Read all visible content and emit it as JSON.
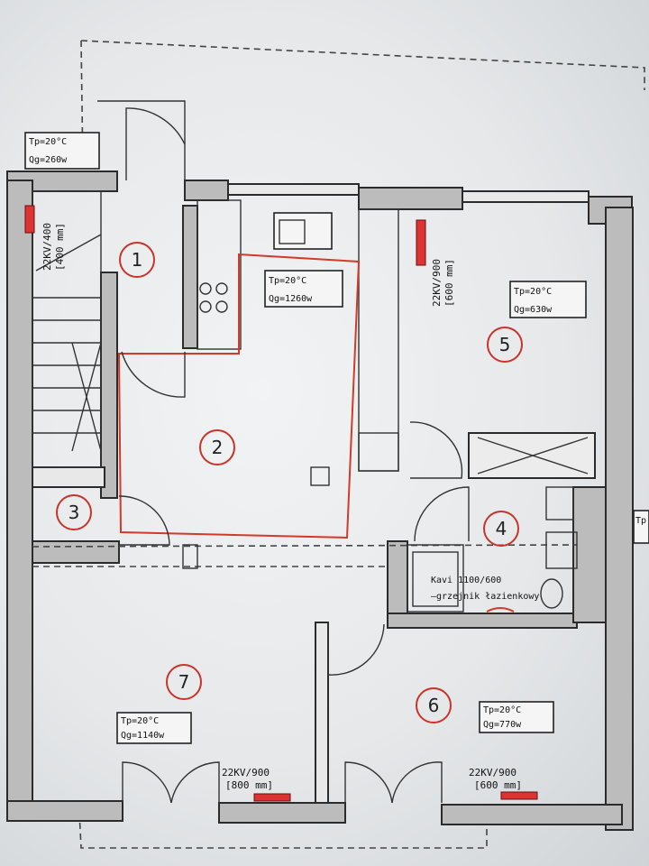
{
  "rooms": [
    {
      "num": "1"
    },
    {
      "num": "2"
    },
    {
      "num": "3"
    },
    {
      "num": "4"
    },
    {
      "num": "5"
    },
    {
      "num": "6"
    },
    {
      "num": "7"
    }
  ],
  "heat_boxes": {
    "entry": {
      "tp": "Tp=20°C",
      "qg": "Qg=260w"
    },
    "kitchen": {
      "tp": "Tp=20°C",
      "qg": "Qg=1260w"
    },
    "room5": {
      "tp": "Tp=20°C",
      "qg": "Qg=630w"
    },
    "room6": {
      "tp": "Tp=20°C",
      "qg": "Qg=770w"
    },
    "room7": {
      "tp": "Tp=20°C",
      "qg": "Qg=1140w"
    },
    "edge": {
      "tp": "Tp"
    }
  },
  "radiators": {
    "stair": {
      "type": "22KV/400",
      "size": "[400 mm]"
    },
    "room5": {
      "type": "22KV/900",
      "size": "[600 mm]"
    },
    "room7": {
      "type": "22KV/900",
      "size": "[800 mm]"
    },
    "room6": {
      "type": "22KV/900",
      "size": "[600 mm]"
    }
  },
  "bath_labels": {
    "line1": "Kavi 1100/600",
    "line2": "–grzejnik łazienkowy"
  }
}
